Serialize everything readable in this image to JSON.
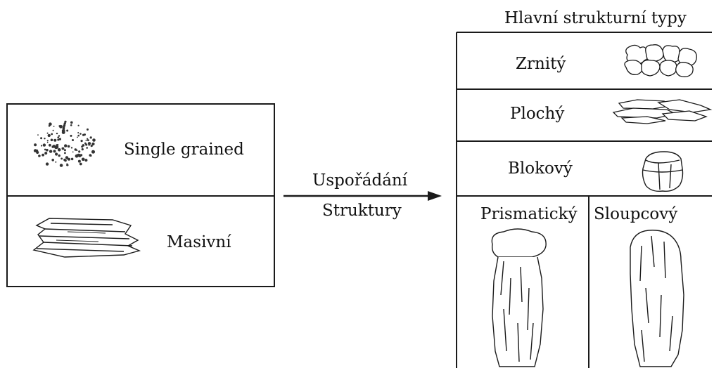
{
  "left_panel": {
    "rows": [
      {
        "label": "Single grained",
        "icon": "dots-icon"
      },
      {
        "label": "Masivní",
        "icon": "massive-block-icon"
      }
    ]
  },
  "arrow": {
    "line1": "Uspořádání",
    "line2": "Struktury"
  },
  "right_panel": {
    "title": "Hlavní strukturní typy",
    "rows": [
      {
        "label": "Zrnitý",
        "icon": "granular-icon"
      },
      {
        "label": "Plochý",
        "icon": "platy-icon"
      },
      {
        "label": "Blokový",
        "icon": "blocky-icon"
      }
    ],
    "columns": [
      {
        "label": "Prismatický",
        "icon": "prismatic-column-icon"
      },
      {
        "label": "Sloupcový",
        "icon": "columnar-icon"
      }
    ]
  }
}
